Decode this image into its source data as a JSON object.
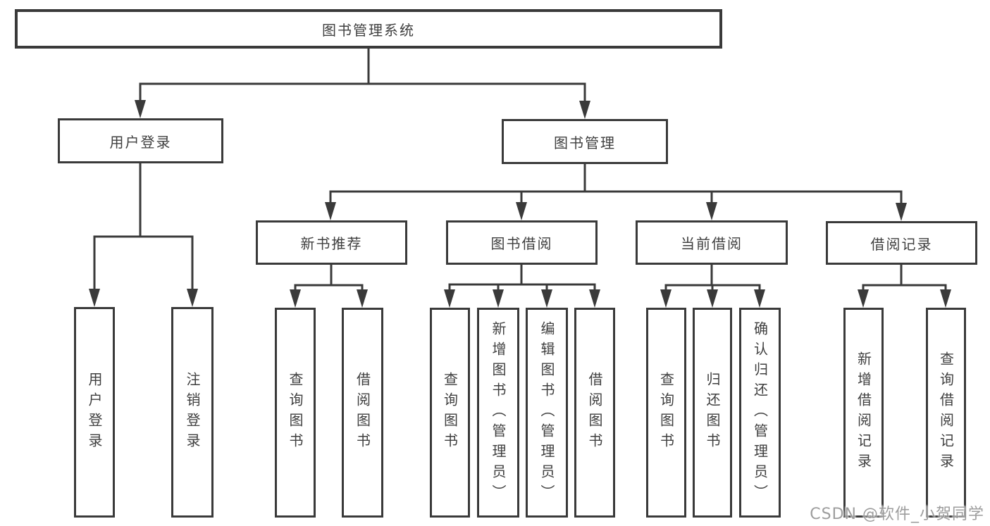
{
  "title": "图书管理系统",
  "watermark": "CSDN @软件_小贺同学",
  "colors": {
    "line": "#3a3a3a",
    "text": "#3f3f3f",
    "watermark": "#8c8c8c",
    "background": "#ffffff"
  },
  "nodes": {
    "root": {
      "label": "图书管理系统"
    },
    "level1": {
      "user_login": {
        "label": "用户登录"
      },
      "book_mgmt": {
        "label": "图书管理"
      }
    },
    "level2": {
      "new_book_rec": {
        "label": "新书推荐"
      },
      "book_borrow": {
        "label": "图书借阅"
      },
      "current_borrow": {
        "label": "当前借阅"
      },
      "borrow_record": {
        "label": "借阅记录"
      }
    },
    "leaves": {
      "user_login_login": {
        "label": "用户登录"
      },
      "user_login_logout": {
        "label": "注销登录"
      },
      "new_book_query": {
        "label": "查询图书"
      },
      "new_book_borrow": {
        "label": "借阅图书"
      },
      "book_borrow_query": {
        "label": "查询图书"
      },
      "book_borrow_add": {
        "label": "新增图书（管理员）"
      },
      "book_borrow_edit": {
        "label": "编辑图书（管理员）"
      },
      "book_borrow_borrow": {
        "label": "借阅图书"
      },
      "current_borrow_query": {
        "label": "查询图书"
      },
      "current_borrow_return": {
        "label": "归还图书"
      },
      "current_borrow_confirm": {
        "label": "确认归还（管理员）"
      },
      "borrow_record_add": {
        "label": "新增借阅记录"
      },
      "borrow_record_query": {
        "label": "查询借阅记录"
      }
    }
  }
}
